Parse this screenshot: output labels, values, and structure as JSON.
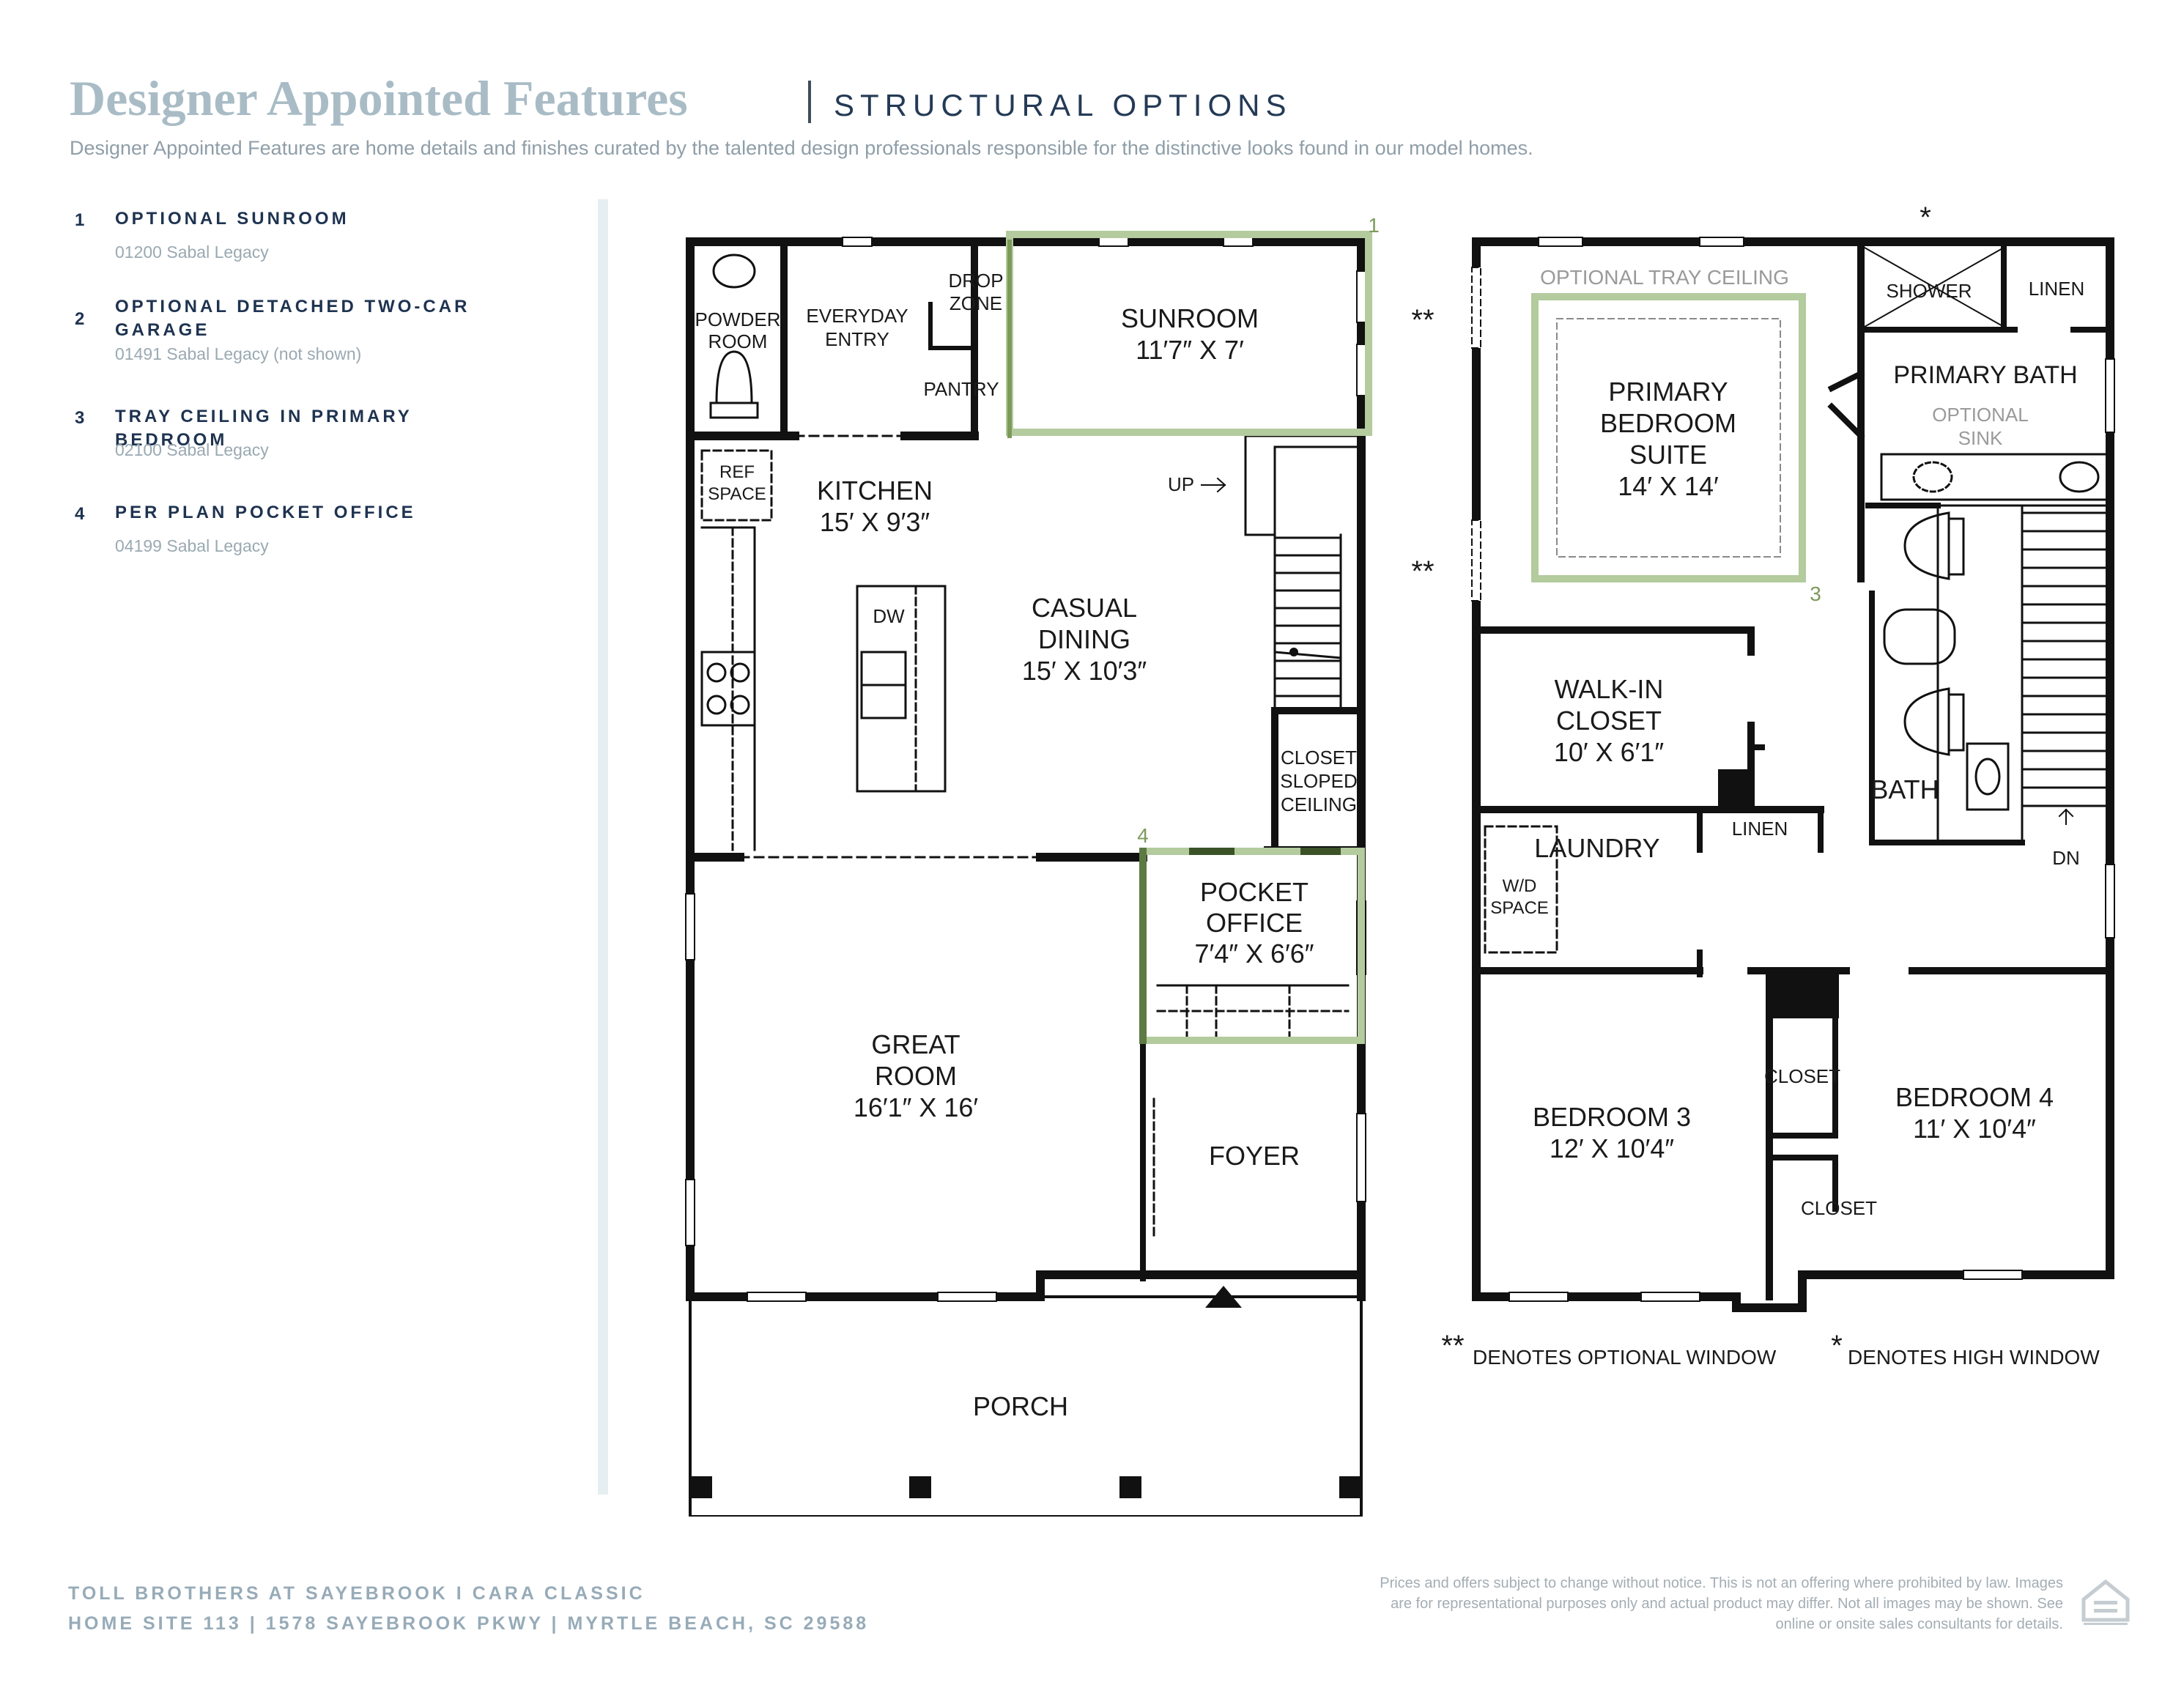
{
  "header": {
    "title": "Designer Appointed Features",
    "subtitle": "STRUCTURAL OPTIONS",
    "intro": "Designer Appointed Features are home details and finishes curated by the talented design professionals responsible for the distinctive looks found in our model homes."
  },
  "options": [
    {
      "num": "1",
      "title": "OPTIONAL SUNROOM",
      "code": "01200 Sabal Legacy"
    },
    {
      "num": "2",
      "title": "OPTIONAL DETACHED TWO-CAR GARAGE",
      "code": "01491 Sabal Legacy (not shown)"
    },
    {
      "num": "3",
      "title": "TRAY CEILING IN PRIMARY BEDROOM",
      "code": "02100 Sabal Legacy"
    },
    {
      "num": "4",
      "title": "PER PLAN POCKET OFFICE",
      "code": "04199 Sabal Legacy"
    }
  ],
  "first_floor": {
    "powder_room": [
      "POWDER",
      "ROOM"
    ],
    "everyday_entry": [
      "EVERYDAY",
      "ENTRY"
    ],
    "drop_zone": [
      "DROP",
      "ZONE"
    ],
    "pantry": "PANTRY",
    "sunroom": [
      "SUNROOM",
      "11′7″ X 7′"
    ],
    "ref_space": [
      "REF",
      "SPACE"
    ],
    "kitchen": [
      "KITCHEN",
      "15′ X 9′3″"
    ],
    "dw": "DW",
    "up": "UP",
    "casual_dining": [
      "CASUAL",
      "DINING",
      "15′ X 10′3″"
    ],
    "closet_sloped": [
      "CLOSET",
      "SLOPED",
      "CEILING"
    ],
    "pocket_office": [
      "POCKET",
      "OFFICE",
      "7′4″ X 6′6″"
    ],
    "great_room": [
      "GREAT",
      "ROOM",
      "16′1″ X 16′"
    ],
    "foyer": "FOYER",
    "porch": "PORCH",
    "marker_sunroom": "1",
    "marker_office": "4"
  },
  "second_floor": {
    "tray_ceiling": "OPTIONAL TRAY CEILING",
    "primary_suite": [
      "PRIMARY",
      "BEDROOM",
      "SUITE",
      "14′ X 14′"
    ],
    "shower": "SHOWER",
    "linen_top": "LINEN",
    "primary_bath": "PRIMARY BATH",
    "optional_sink": [
      "OPTIONAL",
      "SINK"
    ],
    "walk_in_closet": [
      "WALK-IN",
      "CLOSET",
      "10′ X 6′1″"
    ],
    "bath": "BATH",
    "laundry": "LAUNDRY",
    "linen_mid": "LINEN",
    "wd_space": [
      "W/D",
      "SPACE"
    ],
    "dn": "DN",
    "closet_a": "CLOSET",
    "closet_b": "CLOSET",
    "bedroom3": [
      "BEDROOM 3",
      "12′ X 10′4″"
    ],
    "bedroom4": [
      "BEDROOM 4",
      "11′ X 10′4″"
    ],
    "marker_tray": "3",
    "double_star": "**",
    "single_star": "*"
  },
  "legend": {
    "double_star": "**",
    "optional_window": "DENOTES OPTIONAL WINDOW",
    "single_star": "*",
    "high_window": "DENOTES HIGH WINDOW"
  },
  "footer": {
    "line1": "TOLL BROTHERS AT SAYEBROOK  I  CARA CLASSIC",
    "line2": "HOME SITE 113  |  1578 SAYEBROOK PKWY  |  MYRTLE BEACH, SC 29588",
    "disclaimer": "Prices and offers subject to change without notice. This is not an offering where prohibited by law. Images are for representational purposes only and actual product may differ. Not all images may be shown. See online or onsite sales consultants for details."
  },
  "colors": {
    "title": "#a9bcc6",
    "navy": "#1e3350",
    "option_green": "#b3cb9d",
    "option_dark_green": "#5d7a44",
    "wall": "#111111"
  }
}
